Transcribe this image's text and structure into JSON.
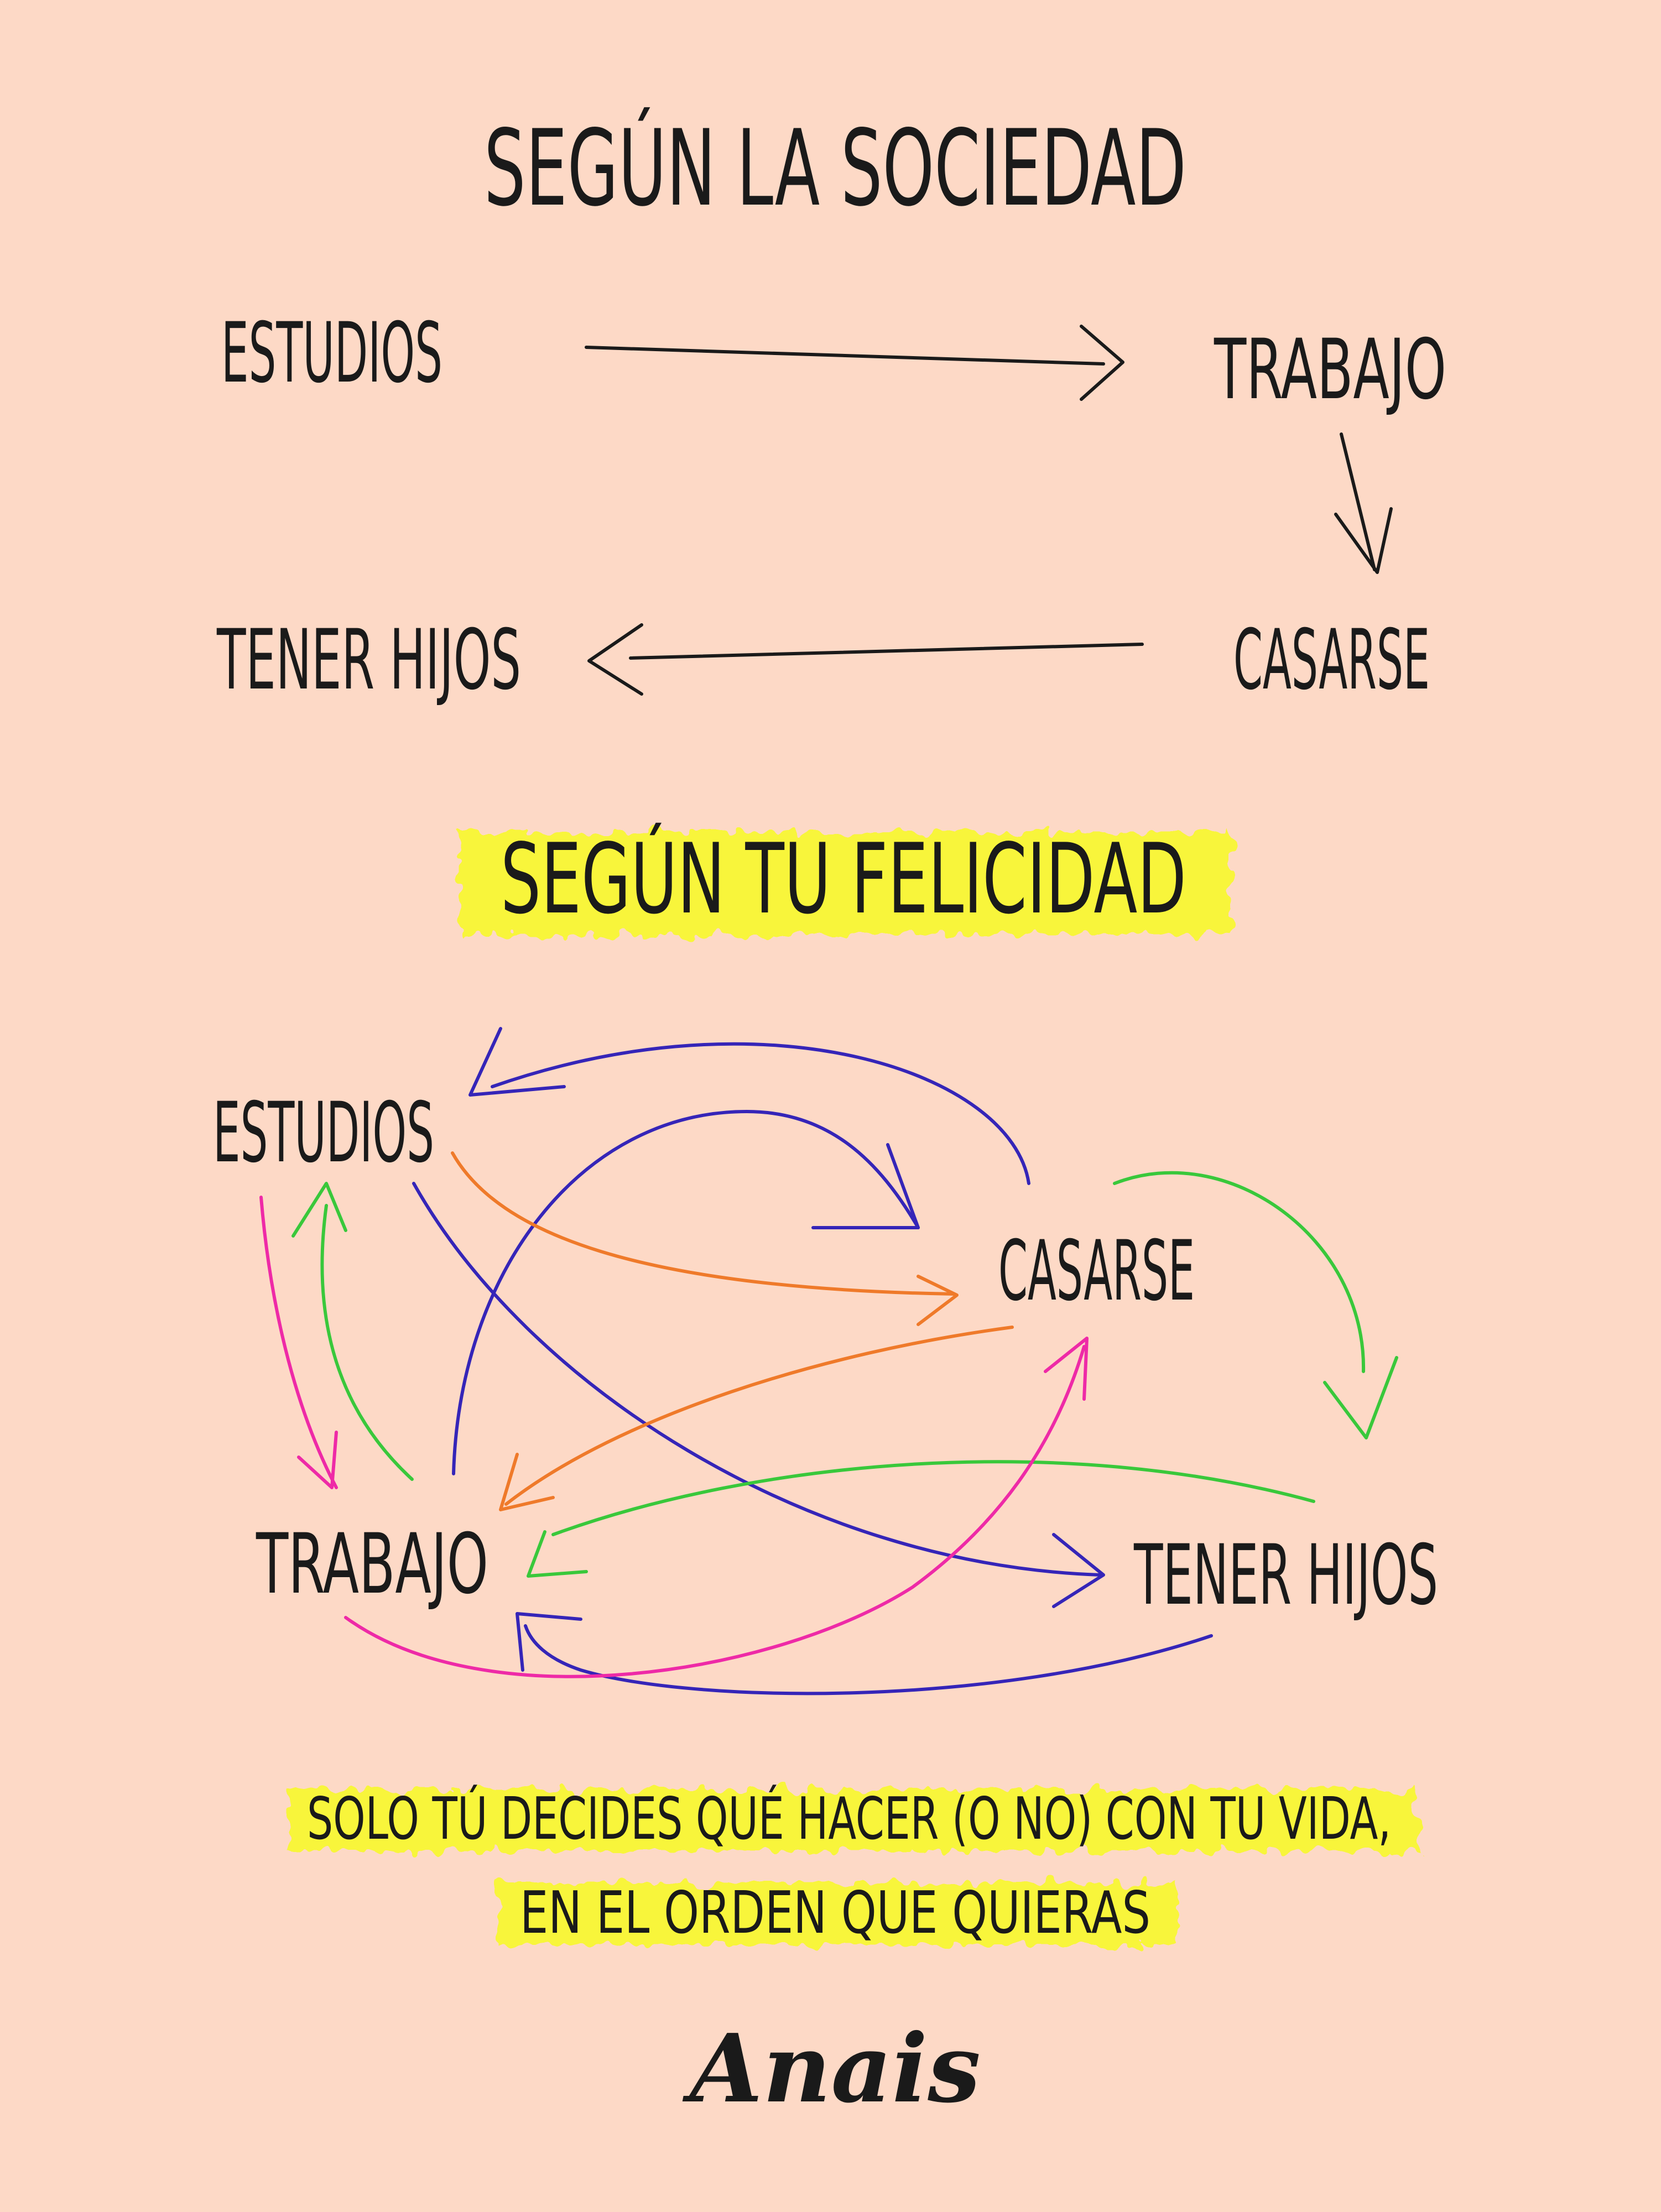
{
  "colors": {
    "background": "#fdd9c6",
    "ink": "#1a1a1a",
    "highlight": "#f8f53b",
    "arrow_blue": "#3525b8",
    "arrow_orange": "#ef7a2a",
    "arrow_green": "#39c83b",
    "arrow_pink": "#ee2aa7"
  },
  "society": {
    "title": "SEGÚN LA SOCIEDAD",
    "estudios": "ESTUDIOS",
    "trabajo": "TRABAJO",
    "casarse": "CASARSE",
    "tener_hijos": "TENER HIJOS"
  },
  "happiness": {
    "title": "SEGÚN TU FELICIDAD",
    "estudios": "ESTUDIOS",
    "casarse": "CASARSE",
    "trabajo": "TRABAJO",
    "tener_hijos": "TENER HIJOS"
  },
  "message": {
    "line1": "SOLO TÚ DECIDES QUÉ HACER (O NO) CON TU VIDA,",
    "line2": "EN EL ORDEN QUE QUIERAS"
  },
  "signature": "Anais"
}
